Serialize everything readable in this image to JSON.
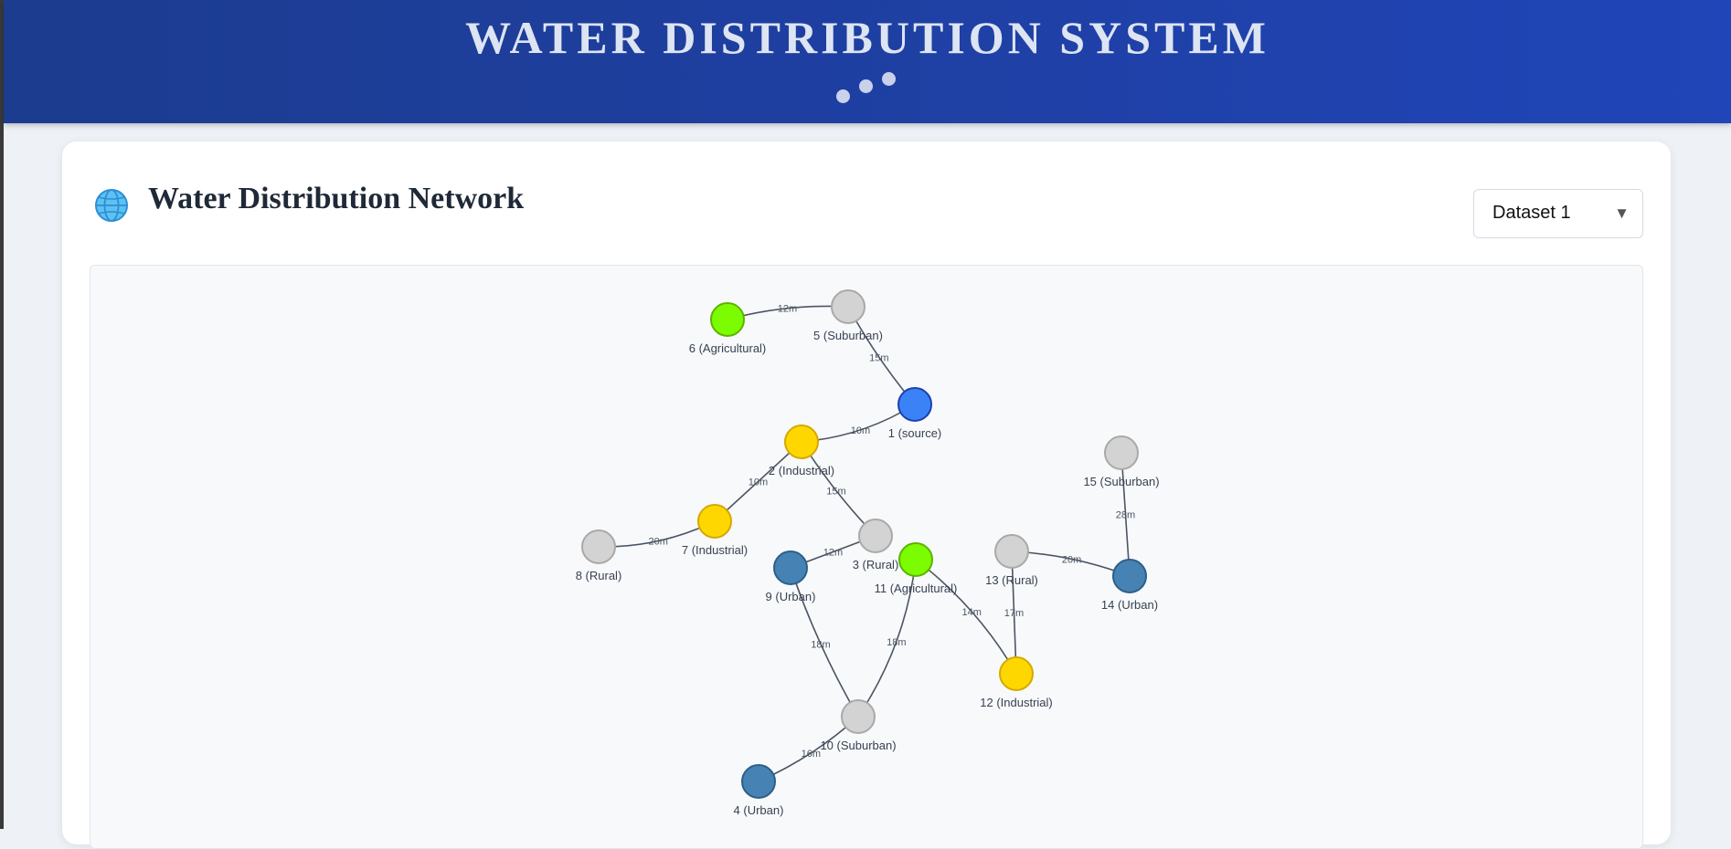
{
  "header": {
    "title": "WATER DISTRIBUTION SYSTEM"
  },
  "card": {
    "title": "Water Distribution Network",
    "icon": "globe-icon",
    "dataset_select": {
      "selected": "Dataset 1"
    }
  },
  "colors": {
    "header_bg": "#1f40a6",
    "source": "#3b82f6",
    "urban": "#4682b4",
    "industrial": "#ffd700",
    "agricultural": "#7cfc00",
    "rural": "#d3d3d3",
    "suburban": "#d3d3d3",
    "edge": "#4b5563"
  },
  "network": {
    "nodes": [
      {
        "id": "1",
        "label": "1 (source)",
        "type": "source"
      },
      {
        "id": "2",
        "label": "2 (Industrial)",
        "type": "industrial"
      },
      {
        "id": "3",
        "label": "3 (Rural)",
        "type": "rural"
      },
      {
        "id": "4",
        "label": "4 (Urban)",
        "type": "urban"
      },
      {
        "id": "5",
        "label": "5 (Suburban)",
        "type": "suburban"
      },
      {
        "id": "6",
        "label": "6 (Agricultural)",
        "type": "agricultural"
      },
      {
        "id": "7",
        "label": "7 (Industrial)",
        "type": "industrial"
      },
      {
        "id": "8",
        "label": "8 (Rural)",
        "type": "rural"
      },
      {
        "id": "9",
        "label": "9 (Urban)",
        "type": "urban"
      },
      {
        "id": "10",
        "label": "10 (Suburban)",
        "type": "suburban"
      },
      {
        "id": "11",
        "label": "11 (Agricultural)",
        "type": "agricultural"
      },
      {
        "id": "12",
        "label": "12 (Industrial)",
        "type": "industrial"
      },
      {
        "id": "13",
        "label": "13 (Rural)",
        "type": "rural"
      },
      {
        "id": "14",
        "label": "14 (Urban)",
        "type": "urban"
      },
      {
        "id": "15",
        "label": "15 (Suburban)",
        "type": "suburban"
      }
    ],
    "edges": [
      {
        "from": "6",
        "to": "5",
        "label": "12m"
      },
      {
        "from": "5",
        "to": "1",
        "label": "15m"
      },
      {
        "from": "1",
        "to": "2",
        "label": "10m"
      },
      {
        "from": "2",
        "to": "7",
        "label": "10m"
      },
      {
        "from": "2",
        "to": "3",
        "label": "15m"
      },
      {
        "from": "7",
        "to": "8",
        "label": "20m"
      },
      {
        "from": "3",
        "to": "9",
        "label": "12m"
      },
      {
        "from": "9",
        "to": "10",
        "label": "18m"
      },
      {
        "from": "11",
        "to": "10",
        "label": "18m"
      },
      {
        "from": "10",
        "to": "4",
        "label": "16m"
      },
      {
        "from": "11",
        "to": "12",
        "label": "14m"
      },
      {
        "from": "13",
        "to": "12",
        "label": "17m"
      },
      {
        "from": "13",
        "to": "14",
        "label": "20m"
      },
      {
        "from": "15",
        "to": "14",
        "label": "28m"
      }
    ]
  }
}
